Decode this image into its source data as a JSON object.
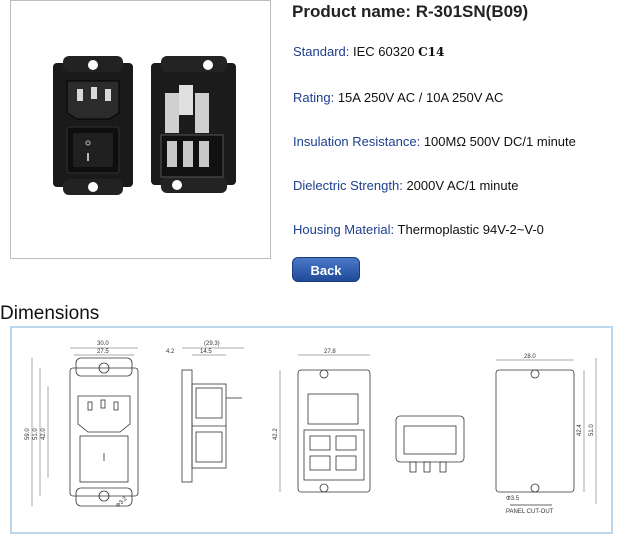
{
  "product": {
    "title": "Product name: R-301SN(B09)"
  },
  "specs": {
    "standard_label": "Standard:",
    "standard_value": "IEC 60320",
    "standard_suffix": "C14",
    "rating_label": "Rating:",
    "rating_value": "15A 250V AC / 10A 250V AC",
    "insulation_label": "Insulation Resistance:",
    "insulation_value": "100MΩ 500V DC/1 minute",
    "dielectric_label": "Dielectric Strength:",
    "dielectric_value": "2000V AC/1 minute",
    "housing_label": "Housing Material:",
    "housing_value": "Thermoplastic 94V-2~V-0"
  },
  "back_button": {
    "label": "Back"
  },
  "dimensions": {
    "heading": "Dimensions",
    "labels": {
      "d30": "30.0",
      "d275": "27.5",
      "d59": "59.0",
      "d51": "51.0",
      "d42": "42.0",
      "d32": "Φ3.2",
      "d293": "(29.3)",
      "d42b": "4.2",
      "d145": "14.5",
      "d278": "27.8",
      "d422": "42.2",
      "d28": "28.0",
      "d424": "42.4",
      "d510": "51.0",
      "d35": "Φ3.5",
      "panel": "PANEL CUT-OUT"
    }
  },
  "colors": {
    "spec_label": "#1d3f8e",
    "button": "#2a58aa",
    "drawing_border": "#bcd6ec"
  }
}
